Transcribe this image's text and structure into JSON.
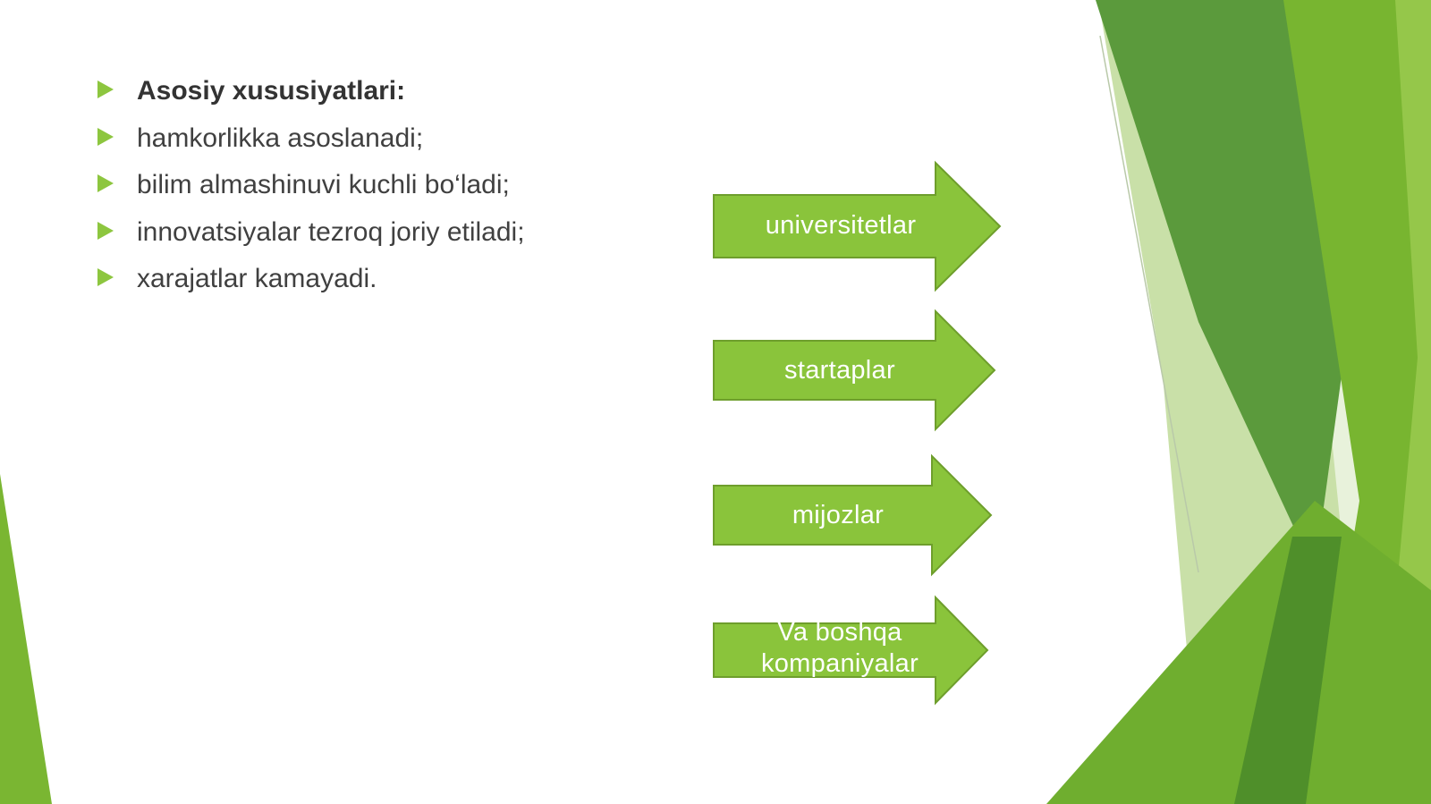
{
  "slide": {
    "bullets": [
      {
        "text": "Asosiy xususiyatlari:",
        "bold": true
      },
      {
        "text": "hamkorlikka asoslanadi;",
        "bold": false
      },
      {
        "text": "bilim almashinuvi kuchli bo‘ladi;",
        "bold": false
      },
      {
        "text": "innovatsiyalar tezroq joriy etiladi;",
        "bold": false
      },
      {
        "text": "xarajatlar kamayadi.",
        "bold": false
      }
    ],
    "arrows": [
      {
        "label": "universitetlar"
      },
      {
        "label": "startaplar"
      },
      {
        "label": "mijozlar"
      },
      {
        "label": "Va boshqa kompaniyalar"
      }
    ]
  },
  "theme": {
    "accent": "#8dc63f",
    "arrow_fill": "#8ac43b",
    "arrow_stroke": "#6e9e2c",
    "dark_green": "#5e9a3a",
    "text_color": "#404040"
  }
}
